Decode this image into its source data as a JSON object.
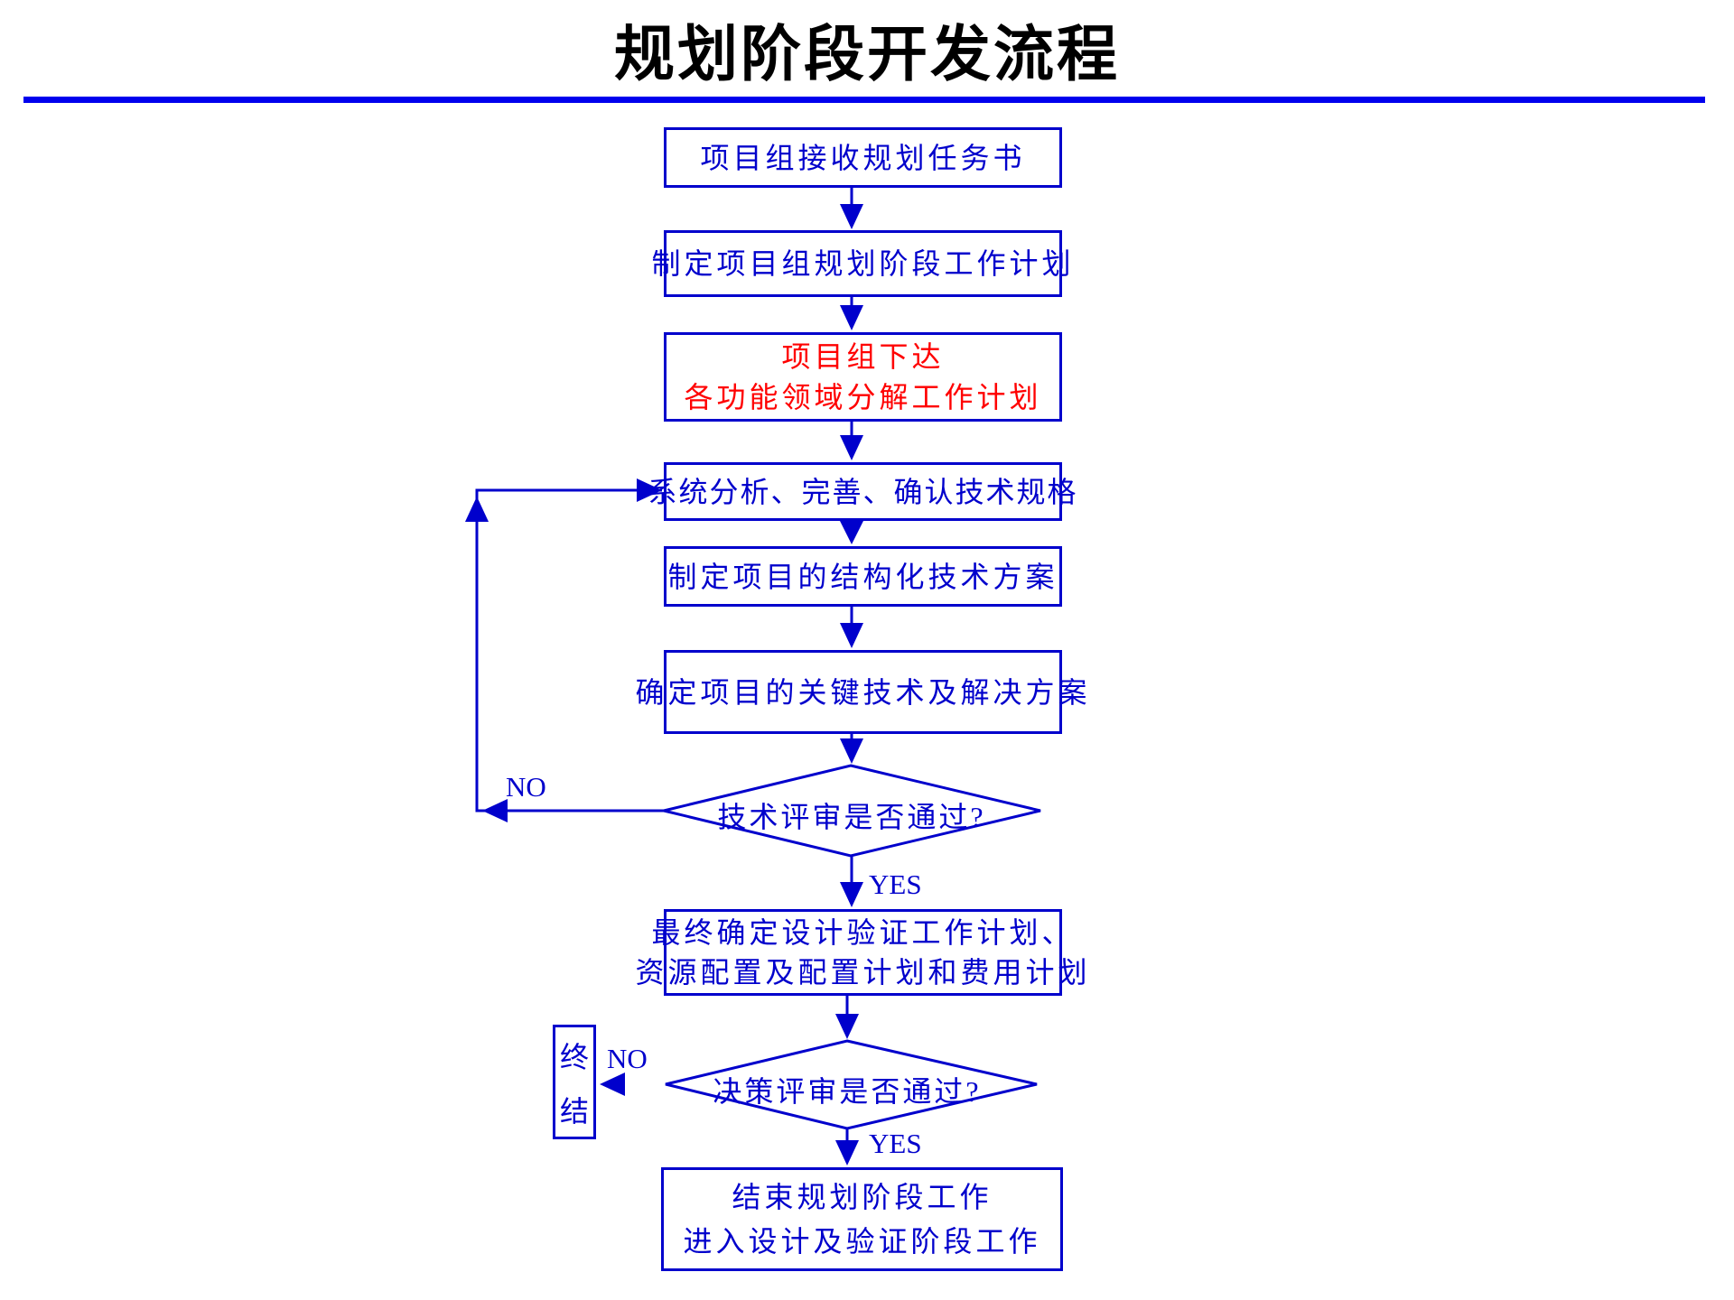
{
  "title": "规划阶段开发流程",
  "colors": {
    "accent": "#0000CC",
    "divider": "#0000EE",
    "warning_text": "#FF0000",
    "title_text": "#000000"
  },
  "flow": {
    "step1": "项目组接收规划任务书",
    "step2": "制定项目组规划阶段工作计划",
    "step3": {
      "line1": "项目组下达",
      "line2": "各功能领域分解工作计划"
    },
    "step4": "系统分析、完善、确认技术规格",
    "step5": "制定项目的结构化技术方案",
    "step6": "确定项目的关键技术及解决方案",
    "decision1": "技术评审是否通过?",
    "step7": {
      "line1": "最终确定设计验证工作计划、",
      "line2": "资源配置及配置计划和费用计划"
    },
    "decision2": "决策评审是否通过?",
    "terminator": "终结",
    "step8": {
      "line1": "结束规划阶段工作",
      "line2": "进入设计及验证阶段工作"
    },
    "labels": {
      "no1": "NO",
      "yes1": "YES",
      "no2": "NO",
      "yes2": "YES"
    }
  }
}
